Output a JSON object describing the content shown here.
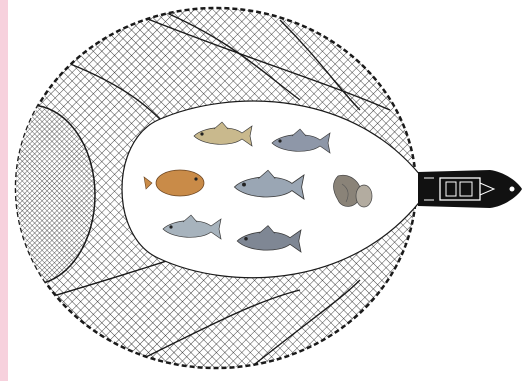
{
  "colors": {
    "left_band": "#f7d1dd",
    "net_line": "#1a1a1a",
    "net_fill": "#ffffff",
    "interior": "#ffffff",
    "boat_body": "#111111",
    "boat_detail": "#ffffff"
  },
  "diagram": {
    "components": [
      {
        "name": "circular-net",
        "icon": "net-mesh"
      },
      {
        "name": "net-pocket",
        "icon": "dense-mesh"
      },
      {
        "name": "fishing-vessel",
        "icon": "boat-icon"
      }
    ],
    "catch": [
      {
        "name": "yellowtail-fish",
        "icon": "fish-icon",
        "color": "#c9b98d"
      },
      {
        "name": "tuna-fish",
        "icon": "fish-icon",
        "color": "#8e97a8"
      },
      {
        "name": "flounder-fish",
        "icon": "flatfish-icon",
        "color": "#c98b48"
      },
      {
        "name": "sardine-fish",
        "icon": "fish-icon",
        "color": "#9aa6b4"
      },
      {
        "name": "oyster-shell",
        "icon": "shell-icon",
        "color": "#8a8378"
      },
      {
        "name": "salmon-fish",
        "icon": "fish-icon",
        "color": "#a7b3bd"
      },
      {
        "name": "skipjack-fish",
        "icon": "fish-icon",
        "color": "#7f8794"
      }
    ]
  }
}
